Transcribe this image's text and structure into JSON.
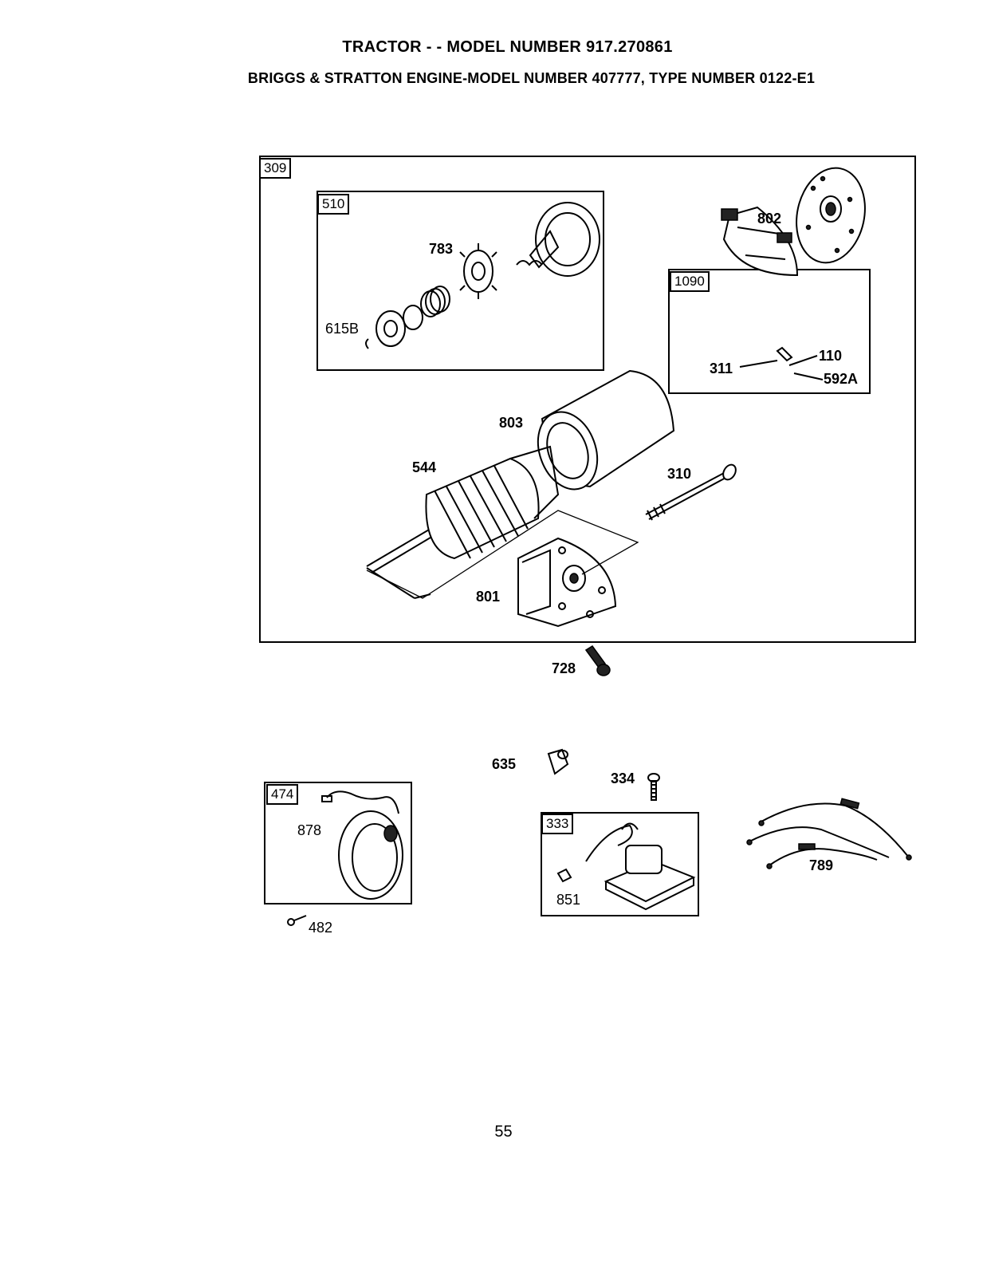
{
  "header": {
    "title": "TRACTOR - - MODEL NUMBER 917.270861",
    "subtitle": "BRIGGS & STRATTON ENGINE-MODEL NUMBER 407777, TYPE NUMBER 0122-E1"
  },
  "groups": {
    "g309": "309",
    "g510": "510",
    "g1090": "1090",
    "g474": "474",
    "g333": "333"
  },
  "parts": {
    "p783": "783",
    "p615B": "615B",
    "p802": "802",
    "p311": "311",
    "p110": "110",
    "p592A": "592A",
    "p803": "803",
    "p544": "544",
    "p310": "310",
    "p801": "801",
    "p728": "728",
    "p635": "635",
    "p334": "334",
    "p878": "878",
    "p482": "482",
    "p851": "851",
    "p789": "789"
  },
  "page_number": "55"
}
